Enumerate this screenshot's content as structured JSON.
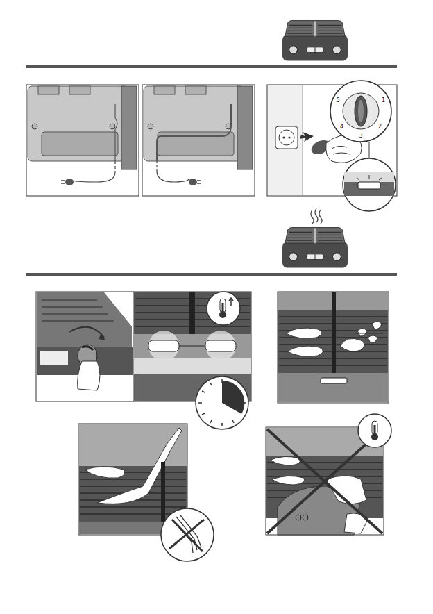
{
  "diagram": {
    "labels": [
      "5",
      "1",
      "4",
      "3",
      "2"
    ]
  }
}
